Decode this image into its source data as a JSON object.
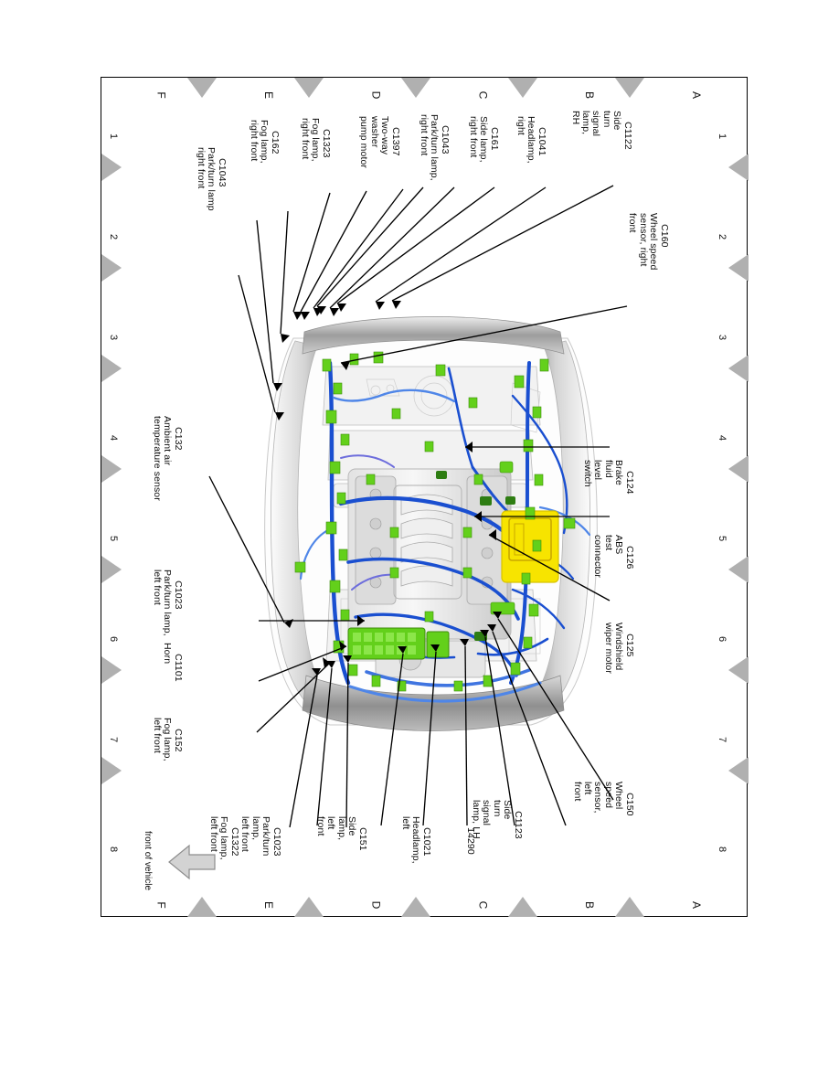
{
  "sheet": {
    "orientation": "rotated-landscape",
    "column_letters": [
      "F",
      "E",
      "D",
      "C",
      "B",
      "A"
    ],
    "row_numbers": [
      "1",
      "2",
      "3",
      "4",
      "5",
      "6",
      "7",
      "8"
    ],
    "direction_note": "front of vehicle"
  },
  "diagram": {
    "title_implicit": "Engine compartment connector location view",
    "colors": {
      "harness_blue": "#1a4fd0",
      "harness_light_blue": "#4f86e8",
      "connector_green": "#63d01b",
      "connector_dark_green": "#2e7d12",
      "fuse_box_yellow": "#f7e400",
      "body_gray": "#bdbdbd",
      "frame_black": "#000000",
      "marker_gray": "#b0b0b0"
    }
  },
  "callouts": [
    {
      "id": "c1122",
      "code": "C1122",
      "desc": "Side\nturn\nsignal\nlamp,\nRH"
    },
    {
      "id": "c160",
      "code": "C160",
      "desc": "Wheel speed\nsensor, right\nfront"
    },
    {
      "id": "c1041",
      "code": "C1041",
      "desc": "Headlamp,\nright"
    },
    {
      "id": "c161",
      "code": "C161",
      "desc": "Side lamp,\nright front"
    },
    {
      "id": "c1043r",
      "code": "C1043",
      "desc": "Park/turn lamp,\nright front"
    },
    {
      "id": "c1397",
      "code": "C1397",
      "desc": "Two-way\nwasher\npump motor"
    },
    {
      "id": "c1323",
      "code": "C1323",
      "desc": "Fog lamp,\nright front"
    },
    {
      "id": "c162",
      "code": "C162",
      "desc": "Fog lamp,\nright front"
    },
    {
      "id": "c1043r2",
      "code": "C1043",
      "desc": "Park/turn lamp\nright front"
    },
    {
      "id": "c132",
      "code": "C132",
      "desc": "Ambient air\ntemperature sensor"
    },
    {
      "id": "c1023l",
      "code": "C1023",
      "desc": "Park/turn lamp,\nleft front"
    },
    {
      "id": "c1101",
      "code": "C1101",
      "desc": "Horn"
    },
    {
      "id": "c152",
      "code": "C152",
      "desc": "Fog lamp,\nleft front"
    },
    {
      "id": "c1322",
      "code": "C1322",
      "desc": "Fog lamp,\nleft front"
    },
    {
      "id": "c1023l2",
      "code": "C1023",
      "desc": "Park/turn\nlamp,\nleft front"
    },
    {
      "id": "c151",
      "code": "C151",
      "desc": "Side\nlamp,\nleft\nfront"
    },
    {
      "id": "c1021",
      "code": "C1021",
      "desc": "Headlamp,\nleft"
    },
    {
      "id": "n14290",
      "code": "14290",
      "desc": ""
    },
    {
      "id": "c1123",
      "code": "C1123",
      "desc": "Side\nturn\nsignal\nlamp, LH"
    },
    {
      "id": "c150",
      "code": "C150",
      "desc": "Wheel\nspeed\nsensor,\nleft\nfront"
    },
    {
      "id": "c125",
      "code": "C125",
      "desc": "Windshield\nwiper motor"
    },
    {
      "id": "c126",
      "code": "C126",
      "desc": "ABS\ntest\nconnector"
    },
    {
      "id": "c124",
      "code": "C124",
      "desc": "Brake\nfluid\nlevel\nswitch"
    }
  ]
}
